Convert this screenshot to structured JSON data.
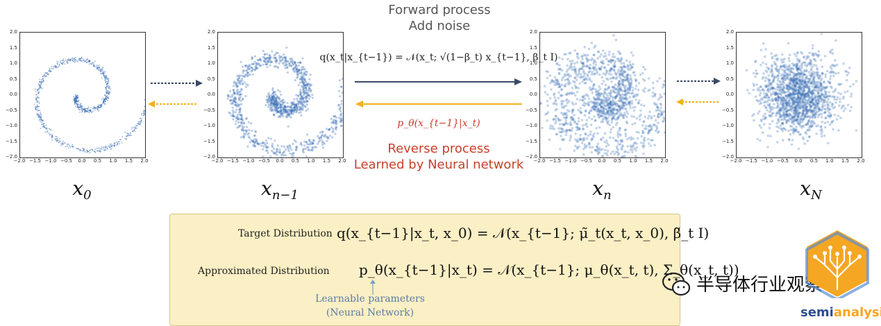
{
  "header": {
    "forward_line1": "Forward process",
    "forward_line2": "Add noise",
    "forward_formula": "q(x_t|x_{t−1}) = 𝒩(x_t; √(1−β_t) x_{t−1}, β_t I)",
    "reverse_formula": "p_θ(x_{t−1}|x_t)",
    "reverse_line1": "Reverse process",
    "reverse_line2": "Learned by Neural network"
  },
  "plots": [
    {
      "label": "x",
      "sub": "0",
      "pattern": "spiral_clean"
    },
    {
      "label": "x",
      "sub": "n−1",
      "pattern": "spiral_noisy"
    },
    {
      "label": "x",
      "sub": "n",
      "pattern": "spiral_very_noisy"
    },
    {
      "label": "x",
      "sub": "N",
      "pattern": "gaussian"
    }
  ],
  "axes": {
    "xticks": [
      "−2.0",
      "−1.5",
      "−1.0",
      "−0.5",
      "0.0",
      "0.5",
      "1.0",
      "1.5",
      "2.0"
    ],
    "yticks": [
      "2.0",
      "1.5",
      "1.0",
      "0.5",
      "0.0",
      "−0.5",
      "−1.0",
      "−1.5",
      "−2.0"
    ],
    "xlim": [
      -2.0,
      2.0
    ],
    "ylim": [
      -2.0,
      2.0
    ]
  },
  "equations": {
    "target_label": "Target Distribution",
    "target_math": "q(x_{t−1}|x_t, x_0) = 𝒩(x_{t−1}; μ̃_t(x_t, x_0), β̃_t I)",
    "approx_label": "Approximated Distribution",
    "approx_math": "p_θ(x_{t−1}|x_t) = 𝒩(x_{t−1}; μ_θ(x_t, t), Σ_θ(x_t, t))",
    "note_line1": "Learnable parameters",
    "note_line2": "(Neural Network)"
  },
  "watermark": {
    "wechat_text": "半导体行业观察",
    "brand_part1": "semi",
    "brand_part2": "analysis"
  },
  "colors": {
    "dot": "#3b6fb6",
    "forward_arrow": "#3a4a66",
    "reverse_arrow": "#f2b21a",
    "reverse_text": "#c8402a",
    "box_bg": "#fbefc5",
    "logo": "#f5a623"
  }
}
